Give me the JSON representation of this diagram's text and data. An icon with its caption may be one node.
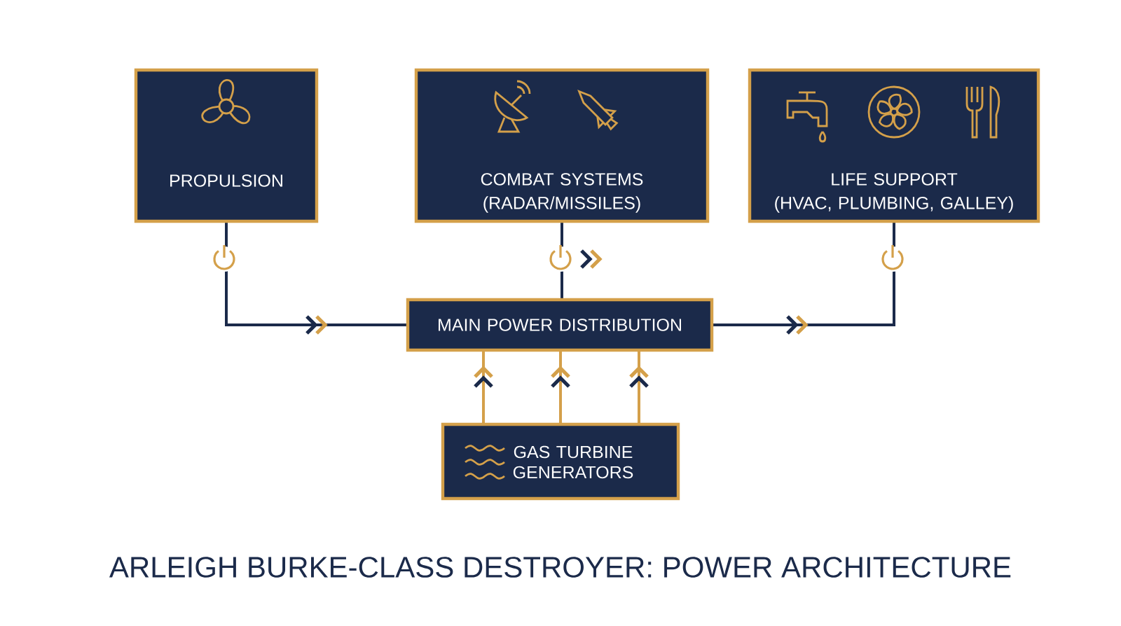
{
  "diagram": {
    "title": "ARLEIGH BURKE-CLASS DESTROYER: POWER ARCHITECTURE",
    "nodes": [
      {
        "text": [
          "PROPULSION"
        ]
      },
      {
        "text": [
          "COMBAT SYSTEMS",
          "(RADAR/MISSILES)"
        ]
      },
      {
        "text": [
          "LIFE SUPPORT",
          "(HVAC, PLUMBING, GALLEY)"
        ]
      },
      {
        "text": [
          "MAIN POWER DISTRIBUTION"
        ]
      },
      {
        "text": [
          "GAS TURBINE GENERATORS"
        ]
      }
    ],
    "edges": [
      {
        "from": 0,
        "to": 3,
        "arrow": "to"
      },
      {
        "from": 1,
        "to": 3,
        "arrow": "none"
      },
      {
        "from": 3,
        "to": 2,
        "arrow": "to"
      },
      {
        "from": 4,
        "to": 3,
        "arrow": "to",
        "color": "#d4a04a"
      },
      {
        "from": 4,
        "to": 3,
        "arrow": "to",
        "color": "#d4a04a"
      },
      {
        "from": 4,
        "to": 3,
        "arrow": "to",
        "color": "#d4a04a"
      }
    ]
  }
}
